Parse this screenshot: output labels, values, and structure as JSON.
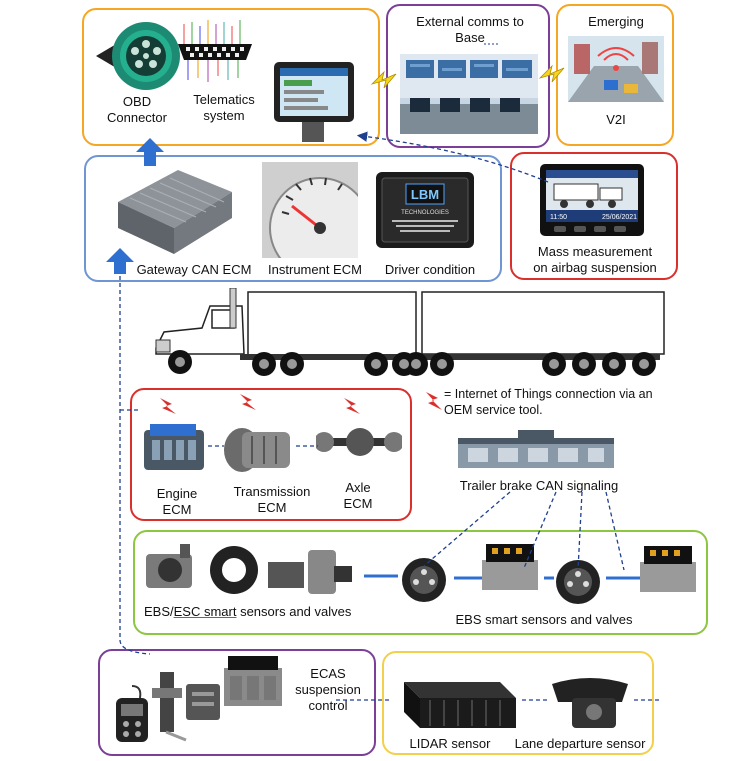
{
  "top_panel": {
    "obd": "OBD\nConnector",
    "telematics": "Telematics\nsystem"
  },
  "external_comms": {
    "label": "External comms to\nBase"
  },
  "emerging": {
    "title": "Emerging",
    "v2i": "V2I"
  },
  "gateway_panel": {
    "gateway": "Gateway CAN ECM",
    "instrument": "Instrument ECM",
    "driver": "Driver condition",
    "device_brand": "LBM",
    "device_text": "TECHNOLOGIES"
  },
  "mass": {
    "label": "Mass measurement\non airbag suspension",
    "screen_time": "11:50",
    "screen_date": "25/06/2021"
  },
  "iot_note": "= Internet of Things connection via an\nOEM service tool.",
  "drivetrain": {
    "engine": "Engine\nECM",
    "transmission": "Transmission\nECM",
    "axle": "Axle\nECM"
  },
  "trailer_brake": "Trailer brake CAN signaling",
  "ebs_panel": {
    "esc_prefix": "EBS/",
    "esc_link": "ESC  smart",
    "esc_suffix": " sensors and valves",
    "ebs": "EBS smart sensors and valves"
  },
  "ecas": {
    "label": "ECAS\nsuspension\ncontrol"
  },
  "sensors": {
    "lidar": "LIDAR sensor",
    "lane": "Lane departure sensor"
  },
  "colors": {
    "orange": "#f5a623",
    "purple": "#7b3f98",
    "blue": "#6f95d3",
    "red": "#d9302c",
    "green": "#8dc63f",
    "yellow": "#f2d04b",
    "arrow": "#2f6fd0",
    "dash": "#1f3f8f"
  }
}
